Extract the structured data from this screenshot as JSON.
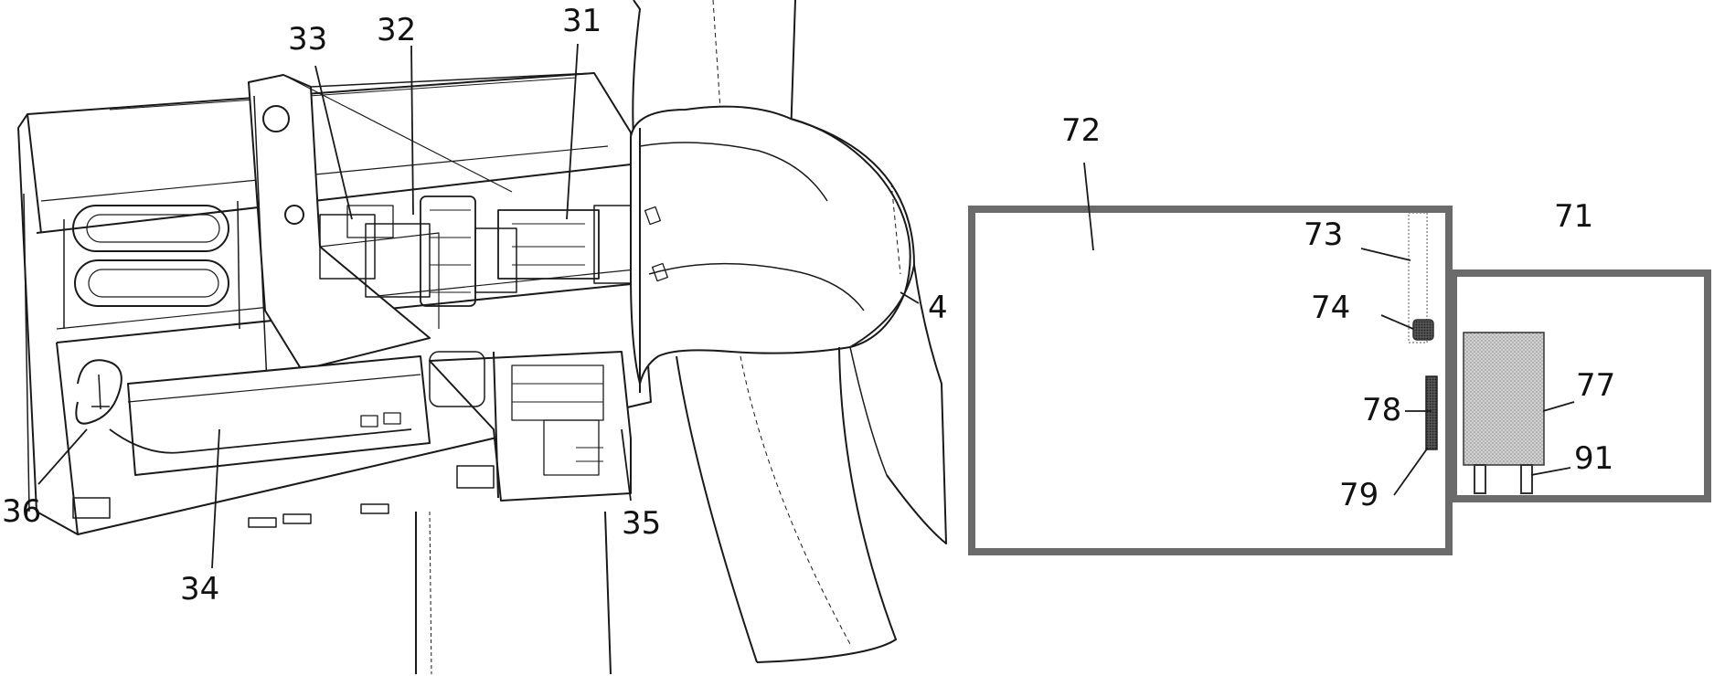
{
  "labels": {
    "l31": "31",
    "l32": "32",
    "l33": "33",
    "l34": "34",
    "l35": "35",
    "l36": "36",
    "l4": "4",
    "l71": "71",
    "l72": "72",
    "l73": "73",
    "l74": "74",
    "l77": "77",
    "l78": "78",
    "l79": "79",
    "l91": "91"
  },
  "colors": {
    "line": "#1a1a1a",
    "frame_fill": "#6b6b6b",
    "box77_fill": "#c8c8c8"
  }
}
